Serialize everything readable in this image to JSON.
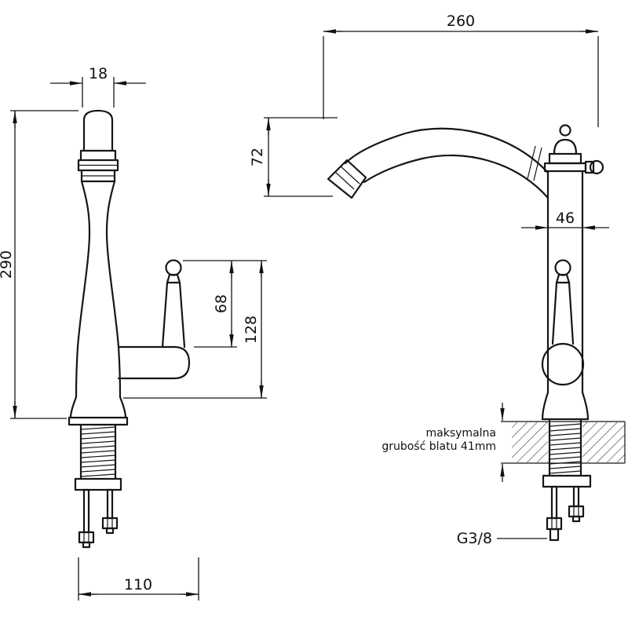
{
  "page": {
    "title": "Faucet technical drawing",
    "background": "#ffffff",
    "line_color": "#161616"
  },
  "front_view": {
    "dims": {
      "spout_width": "18",
      "total_height": "290",
      "handle_length": "68",
      "handle_span": "128",
      "base_depth": "110"
    }
  },
  "side_view": {
    "dims": {
      "spout_reach": "260",
      "spout_drop": "72",
      "body_diameter": "46"
    },
    "counter_note": {
      "line1": "maksymalna",
      "line2": "grubość blatu 41mm"
    },
    "thread_label": "G3/8"
  }
}
